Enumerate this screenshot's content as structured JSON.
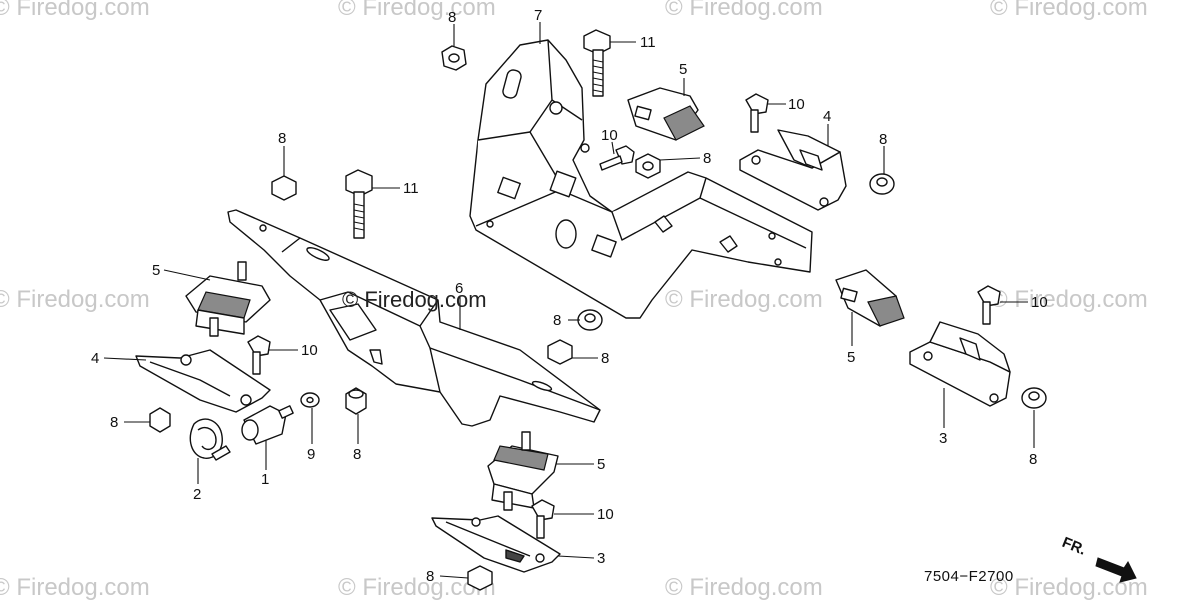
{
  "watermark": {
    "brand": "© Firedog.com",
    "center": "© Firedog.com"
  },
  "diagram": {
    "code": "7504−F2700",
    "front_marker": "FR.",
    "callouts": [
      "1",
      "2",
      "3",
      "3",
      "4",
      "4",
      "5",
      "5",
      "5",
      "5",
      "6",
      "7",
      "8",
      "8",
      "8",
      "8",
      "8",
      "8",
      "8",
      "8",
      "8",
      "8",
      "9",
      "10",
      "10",
      "10",
      "10",
      "10",
      "11",
      "11"
    ]
  }
}
